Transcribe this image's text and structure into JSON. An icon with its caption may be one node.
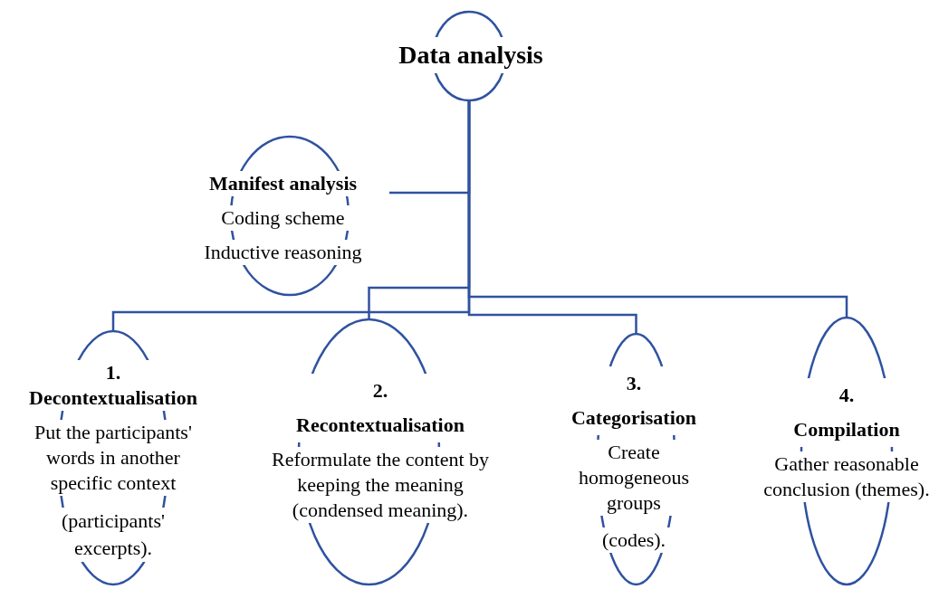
{
  "diagram": {
    "nodes": [
      {
        "text": [
          "Data analysis"
        ]
      },
      {
        "text": [
          "Manifest analysis",
          "Coding scheme",
          "Inductive reasoning"
        ]
      },
      {
        "text": [
          "1. Decontextualisation",
          "Put the participants' words in another specific context",
          "(participants' excerpts)."
        ]
      },
      {
        "text": [
          "2. Recontextualisation",
          "Reformulate the content by keeping the meaning (condensed meaning)."
        ]
      },
      {
        "text": [
          "3. Categorisation",
          "Create homogeneous groups",
          "(codes)."
        ]
      },
      {
        "text": [
          "4. Compilation",
          "Gather reasonable conclusion (themes)."
        ]
      }
    ],
    "edges": [
      {
        "from": 0,
        "to": 1,
        "arrow": "none"
      },
      {
        "from": 0,
        "to": 2,
        "arrow": "none"
      },
      {
        "from": 0,
        "to": 3,
        "arrow": "none"
      },
      {
        "from": 0,
        "to": 4,
        "arrow": "none"
      },
      {
        "from": 0,
        "to": 5,
        "arrow": "none"
      }
    ]
  }
}
